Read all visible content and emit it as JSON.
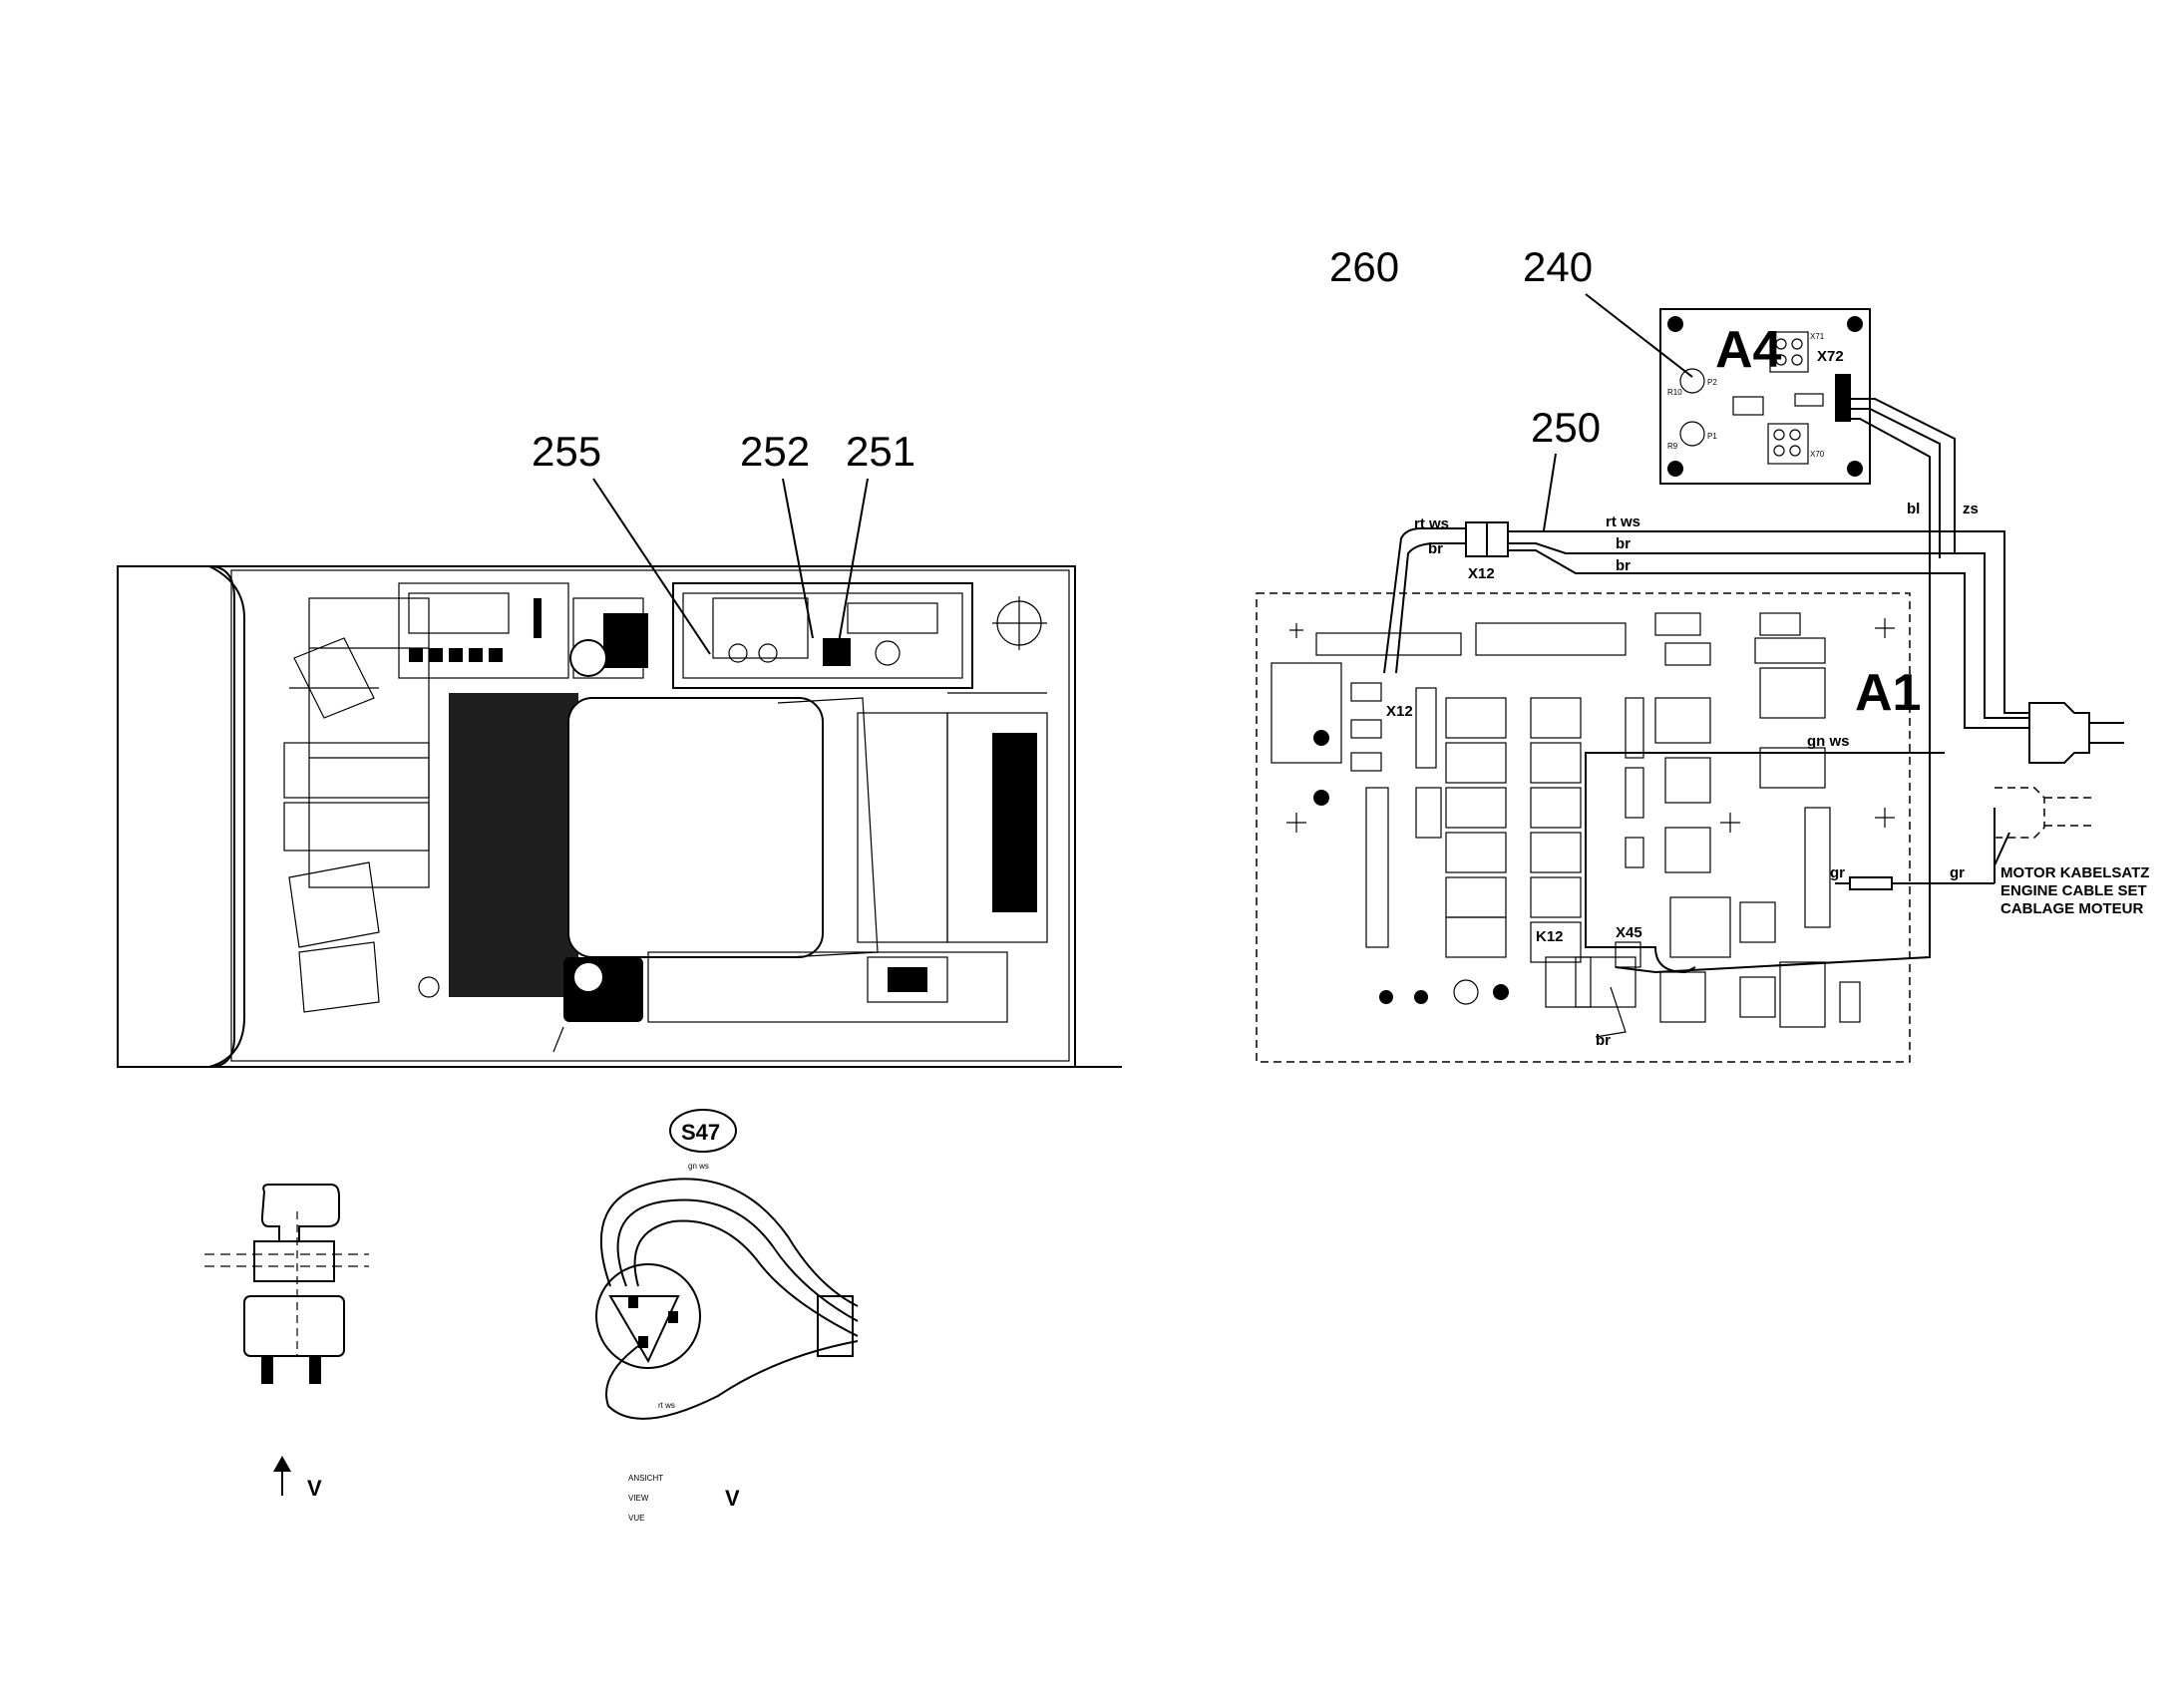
{
  "callouts": {
    "c255": "255",
    "c252": "252",
    "c251": "251",
    "c260": "260",
    "c240": "240",
    "c250": "250"
  },
  "boards": {
    "a1": "A1",
    "a4": "A4",
    "x72": "X72",
    "x71": "X71",
    "x70": "X70",
    "p1": "P1",
    "p2": "P2",
    "r9": "R9",
    "r10": "R10"
  },
  "connectors": {
    "x12": "X12",
    "x12_board": "X12",
    "x45": "X45",
    "k12": "K12"
  },
  "wires": {
    "rt_ws_left": "rt ws",
    "rt_ws_right": "rt ws",
    "br_left": "br",
    "br_mid1": "br",
    "br_mid2": "br",
    "br_bottom": "br",
    "bl": "bl",
    "zs": "zs",
    "gn_ws": "gn ws",
    "gr_left": "gr",
    "gr_right": "gr"
  },
  "cable_note": [
    "MOTOR KABELSATZ",
    "ENGINE CABLE SET",
    "CABLAGE MOTEUR"
  ],
  "switch_detail": {
    "id": "S47",
    "gn_ws": "gn ws",
    "rt_ws": "rt ws",
    "view_letter": "V",
    "view_arrow_letter": "V",
    "view_words": [
      "ANSICHT",
      "VIEW",
      "VUE"
    ]
  },
  "colors": {
    "ink": "#000000",
    "paper": "#ffffff"
  }
}
